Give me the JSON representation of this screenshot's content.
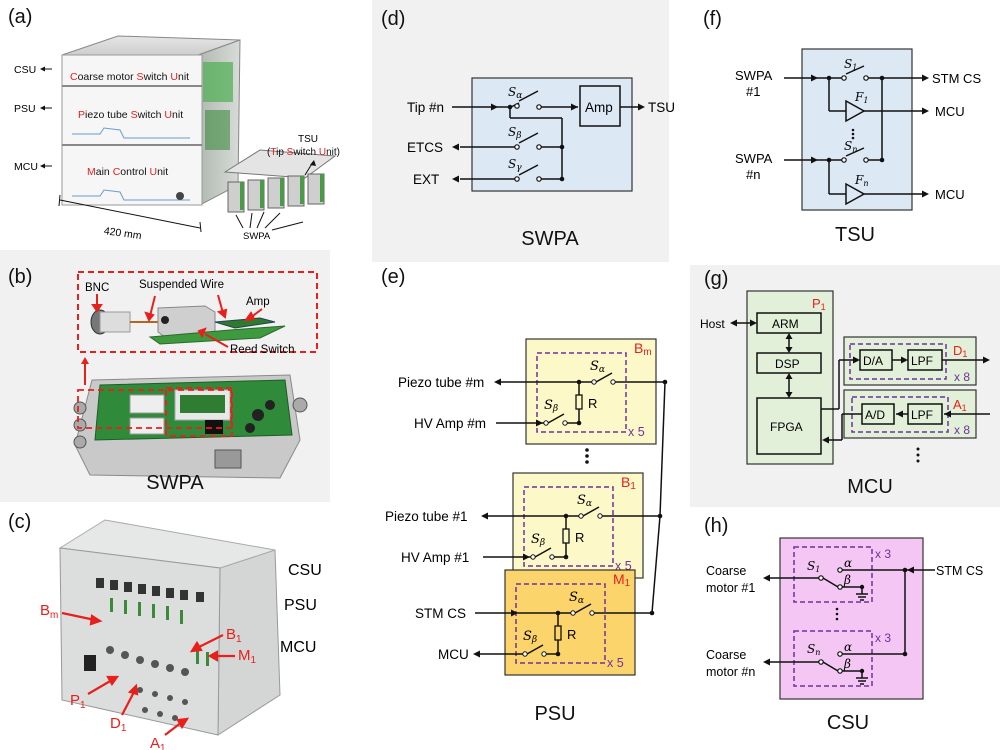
{
  "panels": {
    "a": {
      "label": "(a)",
      "side_labels": [
        "CSU",
        "PSU",
        "MCU"
      ],
      "units": [
        {
          "parts": [
            [
              "C",
              "r"
            ],
            [
              "oarse motor ",
              "k"
            ],
            [
              "S",
              "r"
            ],
            [
              "witch ",
              "k"
            ],
            [
              "U",
              "r"
            ],
            [
              "nit",
              "k"
            ]
          ]
        },
        {
          "parts": [
            [
              "P",
              "r"
            ],
            [
              "iezo tube ",
              "k"
            ],
            [
              "S",
              "r"
            ],
            [
              "witch ",
              "k"
            ],
            [
              "U",
              "r"
            ],
            [
              "nit",
              "k"
            ]
          ]
        },
        {
          "parts": [
            [
              "M",
              "r"
            ],
            [
              "ain ",
              "k"
            ],
            [
              "C",
              "r"
            ],
            [
              "ontrol ",
              "k"
            ],
            [
              "U",
              "r"
            ],
            [
              "nit",
              "k"
            ]
          ]
        }
      ],
      "dimension": "420 mm",
      "tsu_title": "TSU",
      "tsu_full": {
        "parts": [
          [
            "(",
            "k"
          ],
          [
            "T",
            "r"
          ],
          [
            "ip ",
            "k"
          ],
          [
            "S",
            "r"
          ],
          [
            "witch ",
            "k"
          ],
          [
            "U",
            "r"
          ],
          [
            "nit)",
            "k"
          ]
        ]
      },
      "swpa_label": "SWPA"
    },
    "b": {
      "label": "(b)",
      "callouts": [
        "BNC",
        "Suspended Wire",
        "Amp",
        "Reed Switch"
      ],
      "caption": "SWPA"
    },
    "c": {
      "label": "(c)",
      "side_labels": [
        "CSU",
        "PSU",
        "MCU"
      ],
      "callouts": {
        "bm": "B",
        "bm_sub": "m",
        "b1": "B",
        "b1_sub": "1",
        "m1": "M",
        "m1_sub": "1",
        "p1": "P",
        "p1_sub": "1",
        "d1": "D",
        "d1_sub": "1",
        "a1": "A",
        "a1_sub": "1"
      }
    },
    "d": {
      "label": "(d)",
      "inputs": [
        "Tip #n",
        "ETCS",
        "EXT"
      ],
      "switches": [
        "S",
        "S",
        "S"
      ],
      "switch_subs": [
        "α",
        "β",
        "γ"
      ],
      "amp": "Amp",
      "output": "TSU",
      "caption": "SWPA"
    },
    "e": {
      "label": "(e)",
      "blocks": [
        {
          "name": "B",
          "sub": "m",
          "line1": "Piezo tube #m",
          "line2": "HV Amp #m",
          "mult": "x 5"
        },
        {
          "name": "B",
          "sub": "1",
          "line1": "Piezo tube #1",
          "line2": "HV Amp #1",
          "mult": "x 5"
        },
        {
          "name": "M",
          "sub": "1",
          "line1": "STM CS",
          "line2": "MCU",
          "mult": "x 5"
        }
      ],
      "switch_a": "S",
      "switch_a_sub": "α",
      "switch_b": "S",
      "switch_b_sub": "β",
      "resistor": "R",
      "caption": "PSU"
    },
    "f": {
      "label": "(f)",
      "inputs": [
        [
          "SWPA",
          "#1"
        ],
        [
          "SWPA",
          "#n"
        ]
      ],
      "switches": [
        [
          "S",
          "1"
        ],
        [
          "S",
          "n"
        ]
      ],
      "followers": [
        [
          "F",
          "1"
        ],
        [
          "F",
          "n"
        ]
      ],
      "outputs": [
        "STM CS",
        "MCU",
        "MCU"
      ],
      "caption": "TSU"
    },
    "g": {
      "label": "(g)",
      "host": "Host",
      "p_block": {
        "name": "P",
        "sub": "1",
        "chips": [
          "ARM",
          "DSP",
          "FPGA"
        ]
      },
      "d_block": {
        "name": "D",
        "sub": "1",
        "chips": [
          "D/A",
          "LPF"
        ],
        "mult": "x 8"
      },
      "a_block": {
        "name": "A",
        "sub": "1",
        "chips": [
          "A/D",
          "LPF"
        ],
        "mult": "x 8"
      },
      "caption": "MCU"
    },
    "h": {
      "label": "(h)",
      "outputs": [
        [
          "Coarse",
          "motor #1"
        ],
        [
          "Coarse",
          "motor #n"
        ]
      ],
      "switches": [
        [
          "S",
          "1"
        ],
        [
          "S",
          "n"
        ]
      ],
      "alpha": "α",
      "beta": "β",
      "mult": "x 3",
      "input": "STM CS",
      "caption": "CSU"
    }
  },
  "colors": {
    "panel_gray": "#f1f1f1",
    "swpa_fill": "#dce9f5",
    "psu_b_fill": "#fdf8c8",
    "psu_m_fill": "#fbd46c",
    "mcu_fill": "#e2efd9",
    "csu_fill": "#f4c6f4",
    "accent_red": "#e8201c",
    "dash_purple": "#7030a0"
  }
}
